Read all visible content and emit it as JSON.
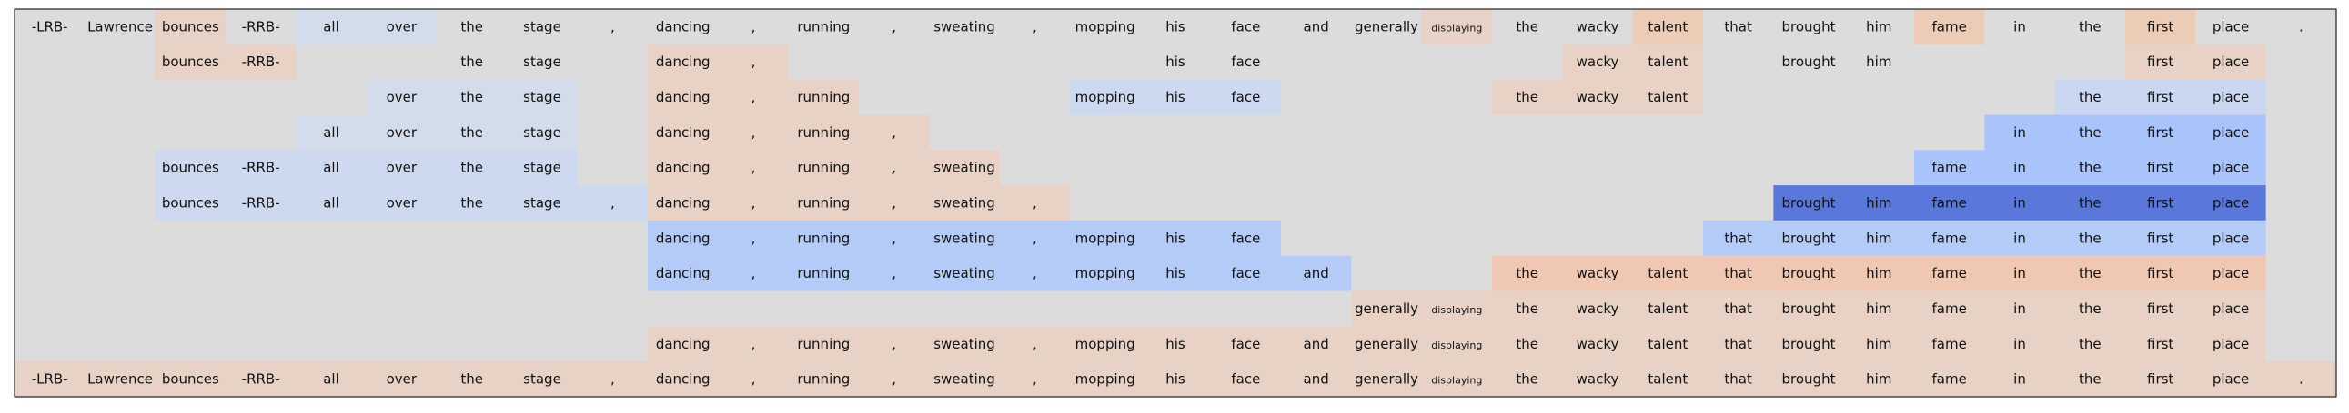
{
  "chart_data": {
    "type": "heatmap",
    "title": "",
    "xlabel": "",
    "ylabel": "",
    "tokens": [
      "-LRB-",
      "Lawrence",
      "bounces",
      "-RRB-",
      "all",
      "over",
      "the",
      "stage",
      ",",
      "dancing",
      ",",
      "running",
      ",",
      "sweating",
      ",",
      "mopping",
      "his",
      "face",
      "and",
      "generally",
      "displaying",
      "the",
      "wacky",
      "talent",
      "that",
      "brought",
      "him",
      "fame",
      "in",
      "the",
      "first",
      "place",
      "."
    ],
    "neutral_color": "#dcdcdc",
    "rows": [
      {
        "cells": [
          {
            "span": [
              0,
              1
            ],
            "color": "#dcdcdc"
          },
          {
            "span": [
              2,
              2
            ],
            "color": "#e8d2c6"
          },
          {
            "span": [
              3,
              3
            ],
            "color": "#dcdcdc"
          },
          {
            "span": [
              4,
              5
            ],
            "color": "#d3dcea"
          },
          {
            "span": [
              6,
              19
            ],
            "color": "#dcdcdc"
          },
          {
            "span": [
              20,
              20
            ],
            "color": "#e8d2c6"
          },
          {
            "span": [
              21,
              22
            ],
            "color": "#dcdcdc"
          },
          {
            "span": [
              23,
              23
            ],
            "color": "#eccbb7"
          },
          {
            "span": [
              24,
              26
            ],
            "color": "#dcdcdc"
          },
          {
            "span": [
              27,
              27
            ],
            "color": "#eccbb7"
          },
          {
            "span": [
              28,
              29
            ],
            "color": "#dcdcdc"
          },
          {
            "span": [
              30,
              30
            ],
            "color": "#eccbb7"
          },
          {
            "span": [
              31,
              32
            ],
            "color": "#dcdcdc"
          }
        ],
        "shown": [
          0,
          32
        ]
      },
      {
        "cells": [
          {
            "span": [
              2,
              3
            ],
            "color": "#e8d2c6"
          },
          {
            "span": [
              6,
              7
            ],
            "color": "#dcdcdc"
          },
          {
            "span": [
              9,
              10
            ],
            "color": "#e8d2c6"
          },
          {
            "span": [
              16,
              17
            ],
            "color": "#dcdcdc"
          },
          {
            "span": [
              22,
              23
            ],
            "color": "#e8d2c6"
          },
          {
            "span": [
              25,
              26
            ],
            "color": "#dcdcdc"
          },
          {
            "span": [
              30,
              31
            ],
            "color": "#e8d2c6"
          }
        ],
        "shown": [
          [
            2,
            3
          ],
          [
            6,
            7
          ],
          [
            9,
            10
          ],
          [
            16,
            17
          ],
          [
            22,
            23
          ],
          [
            25,
            26
          ],
          [
            30,
            31
          ]
        ]
      },
      {
        "cells": [
          {
            "span": [
              5,
              7
            ],
            "color": "#d3dcea"
          },
          {
            "span": [
              9,
              11
            ],
            "color": "#e8d2c6"
          },
          {
            "span": [
              15,
              17
            ],
            "color": "#ccd9ee"
          },
          {
            "span": [
              21,
              23
            ],
            "color": "#e8d2c6"
          },
          {
            "span": [
              29,
              31
            ],
            "color": "#c9d7f0"
          }
        ],
        "shown": [
          [
            5,
            7
          ],
          [
            9,
            11
          ],
          [
            15,
            17
          ],
          [
            21,
            23
          ],
          [
            29,
            31
          ]
        ]
      },
      {
        "cells": [
          {
            "span": [
              4,
              7
            ],
            "color": "#d3dcea"
          },
          {
            "span": [
              9,
              12
            ],
            "color": "#e8d2c6"
          },
          {
            "span": [
              28,
              31
            ],
            "color": "#a9c4fb"
          }
        ],
        "shown": [
          [
            4,
            7
          ],
          [
            9,
            12
          ],
          [
            28,
            31
          ]
        ]
      },
      {
        "cells": [
          {
            "span": [
              2,
              7
            ],
            "color": "#ccd9ee"
          },
          {
            "span": [
              9,
              13
            ],
            "color": "#e8d2c6"
          },
          {
            "span": [
              27,
              31
            ],
            "color": "#a9c4fb"
          }
        ],
        "shown": [
          [
            2,
            7
          ],
          [
            9,
            13
          ],
          [
            27,
            31
          ]
        ]
      },
      {
        "cells": [
          {
            "span": [
              2,
              8
            ],
            "color": "#ccd9ee"
          },
          {
            "span": [
              9,
              14
            ],
            "color": "#e8d2c6"
          },
          {
            "span": [
              25,
              31
            ],
            "color": "#5a78dc"
          }
        ],
        "shown": [
          [
            2,
            8
          ],
          [
            9,
            14
          ],
          [
            25,
            31
          ]
        ]
      },
      {
        "cells": [
          {
            "span": [
              9,
              17
            ],
            "color": "#b4cbf7"
          },
          {
            "span": [
              24,
              31
            ],
            "color": "#b4cbf7"
          }
        ],
        "shown": [
          [
            9,
            17
          ],
          [
            24,
            31
          ]
        ]
      },
      {
        "cells": [
          {
            "span": [
              9,
              18
            ],
            "color": "#b4cbf7"
          },
          {
            "span": [
              21,
              31
            ],
            "color": "#f0c7b2"
          }
        ],
        "shown": [
          [
            9,
            18
          ],
          [
            21,
            31
          ]
        ]
      },
      {
        "cells": [
          {
            "span": [
              19,
              31
            ],
            "color": "#e8d2c6"
          }
        ],
        "shown": [
          [
            19,
            31
          ]
        ]
      },
      {
        "cells": [
          {
            "span": [
              9,
              31
            ],
            "color": "#e8d2c6"
          }
        ],
        "shown": [
          [
            9,
            31
          ]
        ]
      },
      {
        "cells": [
          {
            "span": [
              0,
              32
            ],
            "color": "#e8d2c6"
          }
        ],
        "shown": [
          [
            0,
            32
          ]
        ]
      }
    ]
  }
}
